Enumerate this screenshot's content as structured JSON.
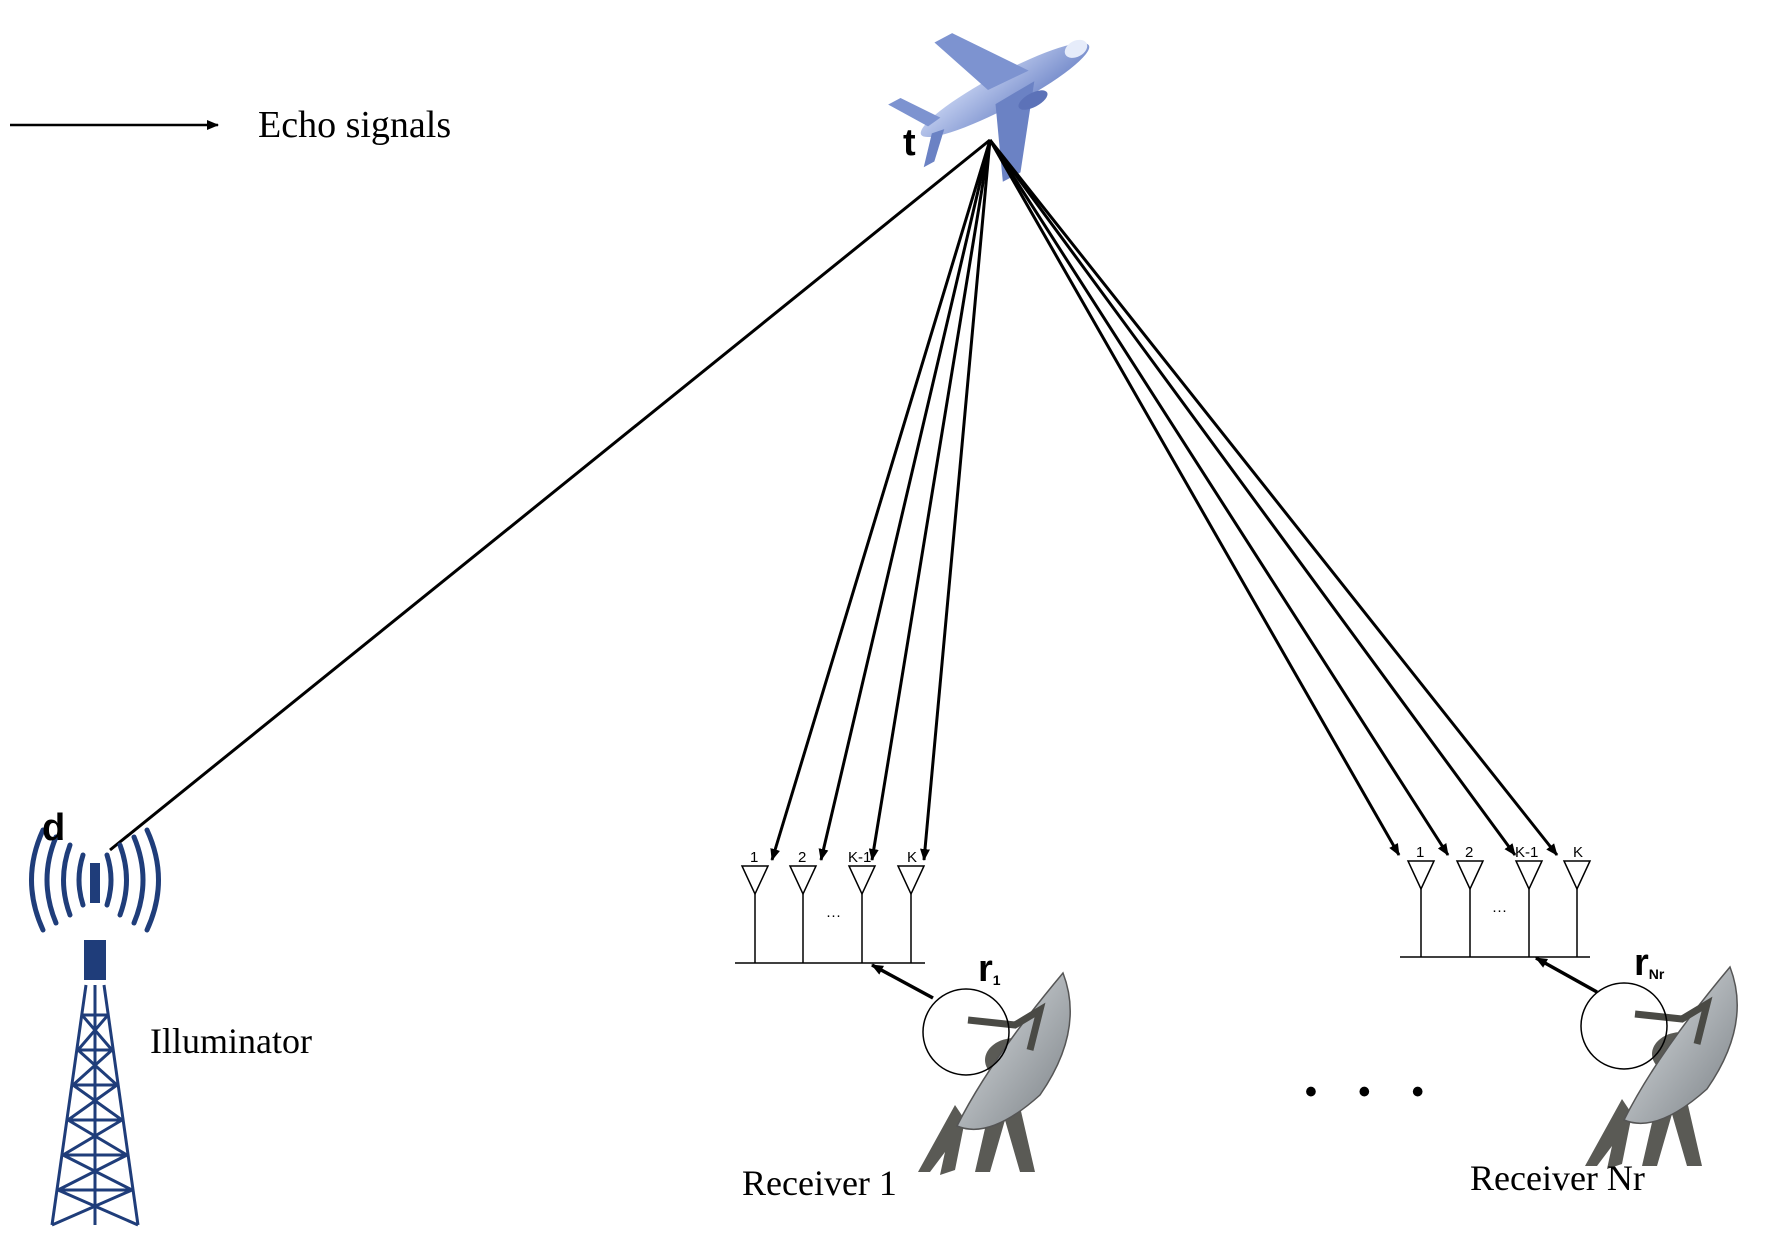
{
  "legend": {
    "label": "Echo signals"
  },
  "target": {
    "label": "t",
    "icon": "airplane-icon"
  },
  "illuminator": {
    "label": "Illuminator",
    "position_label": "d",
    "icon": "tower-icon"
  },
  "receivers": [
    {
      "name": "Receiver 1",
      "position_label": "r",
      "position_subscript": "1",
      "antenna_labels": [
        "1",
        "2",
        "K-1",
        "K"
      ],
      "gap_label": "···",
      "icon": "satellite-dish-icon"
    },
    {
      "name": "Receiver Nr",
      "position_label": "r",
      "position_subscript": "Nr",
      "antenna_labels": [
        "1",
        "2",
        "K-1",
        "K"
      ],
      "gap_label": "···",
      "icon": "satellite-dish-icon"
    }
  ],
  "between_receivers": "• • •",
  "colors": {
    "line": "#000000",
    "tower": "#1f3d7a",
    "plane": "#8aa0d8",
    "dish": "#6f7378"
  }
}
